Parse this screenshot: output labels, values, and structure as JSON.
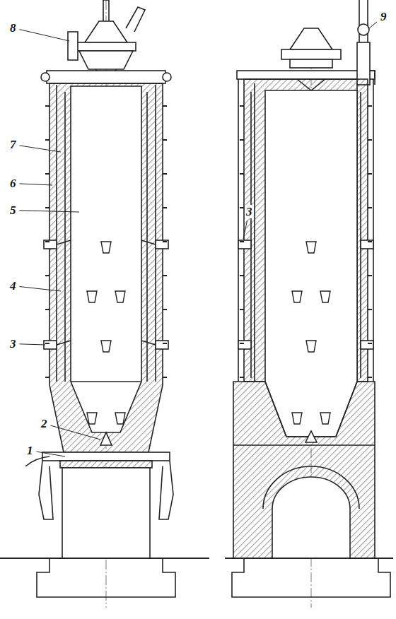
{
  "diagram": {
    "labels": [
      "8",
      "7",
      "6",
      "5",
      "4",
      "3",
      "2",
      "1",
      "9",
      "3"
    ]
  }
}
